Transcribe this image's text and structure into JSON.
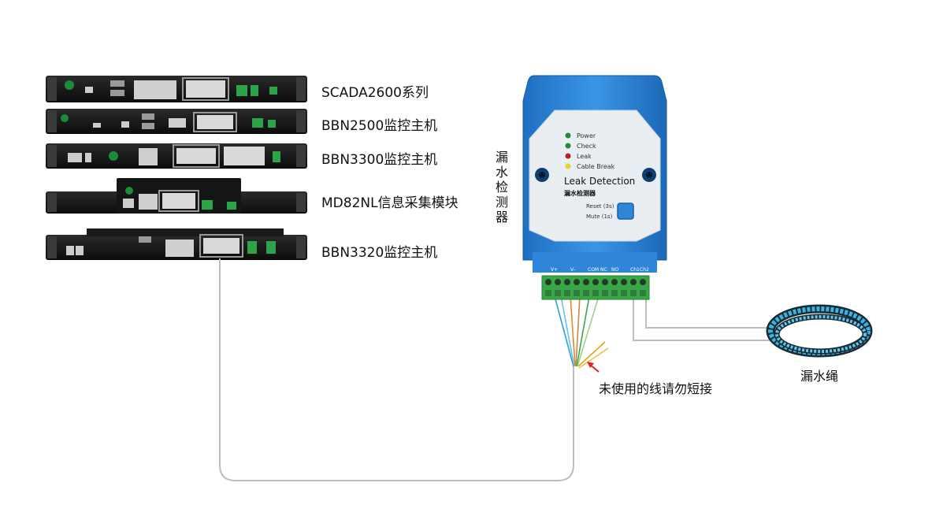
{
  "hosts": [
    {
      "label": "SCADA2600系列"
    },
    {
      "label": "BBN2500监控主机"
    },
    {
      "label": "BBN3300监控主机"
    },
    {
      "label": "MD82NL信息采集模块"
    },
    {
      "label": "BBN3320监控主机"
    }
  ],
  "detector": {
    "side_label": "漏水检测器",
    "title": "Leak Detection",
    "subtitle": "漏水检测器",
    "leds": [
      {
        "label": "Power",
        "color": "#1f8a3a"
      },
      {
        "label": "Check",
        "color": "#1f8a3a"
      },
      {
        "label": "Leak",
        "color": "#b0271e"
      },
      {
        "label": "Cable Break",
        "color": "#e3d629"
      }
    ],
    "reset_label": "Reset (3s)",
    "mute_label": "Mute (1s)",
    "terminals": {
      "vplus": "V+",
      "vminus": "V-",
      "com": "COM",
      "nc": "NC",
      "no": "NO",
      "ch1": "Ch1",
      "ch2": "Ch2"
    }
  },
  "rope_label": "漏水绳",
  "note": "未使用的线请勿短接",
  "colors": {
    "body_blue": "#2f86d9",
    "panel": "#e9eef2",
    "terminal_green": "#3aa64a",
    "wire_gray": "#bdbdbd",
    "rope_cyan": "#37b6e6",
    "arrow_red": "#e32020"
  }
}
